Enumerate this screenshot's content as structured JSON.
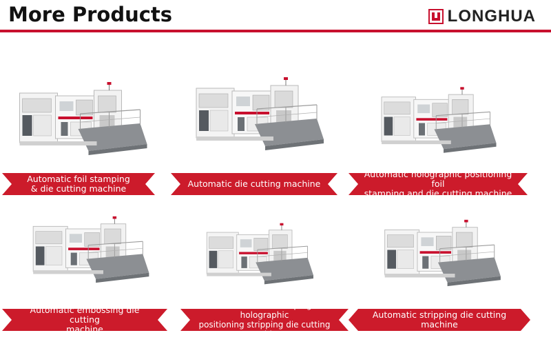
{
  "header": {
    "title": "More Products",
    "logo_text": "LONGHUA",
    "logo_icon": "longhua-logo-icon"
  },
  "colors": {
    "accent": "#c8102e",
    "ribbon": "#cc1b2b",
    "machine_body": "#f2f2f2",
    "platform": "#8c8f93"
  },
  "products": [
    {
      "name": "Automatic  foil stamping\n& die cutting machine"
    },
    {
      "name": "Automatic die cutting machine"
    },
    {
      "name": "Automatic holographic positioning foil\nstamping and die cutting machine"
    },
    {
      "name": "Automatic  embossing die cutting\nmachine"
    },
    {
      "name": "Dual-unit foil stamping holographic\npositioning stripping die cutting machine"
    },
    {
      "name": "Automatic stripping die cutting machine"
    }
  ]
}
